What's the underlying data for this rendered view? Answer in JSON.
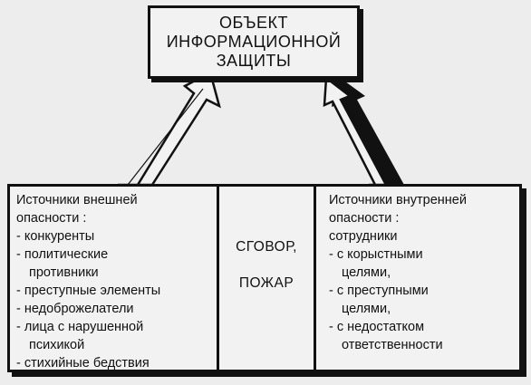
{
  "object": {
    "lines": [
      "ОБЪЕКТ",
      "ИНФОРМАЦИОННОЙ",
      "ЗАЩИТЫ"
    ]
  },
  "external": {
    "lines": [
      "Источники внешней",
      "опасности :",
      "- конкуренты",
      "- политические",
      "  противники",
      "- преступные элементы",
      "- недоброжелатели",
      "- лица с нарушенной",
      "  психикой",
      "- стихийные бедствия"
    ]
  },
  "middle": {
    "conspiracy": "СГОВОР,",
    "fire": "ПОЖАР"
  },
  "internal": {
    "lines": [
      "Источники внутренней",
      "опасности :",
      "сотрудники",
      "- с корыстными",
      "  целями,",
      "- с преступными",
      "  целями,",
      "- с недостатком",
      "  ответственности"
    ]
  }
}
